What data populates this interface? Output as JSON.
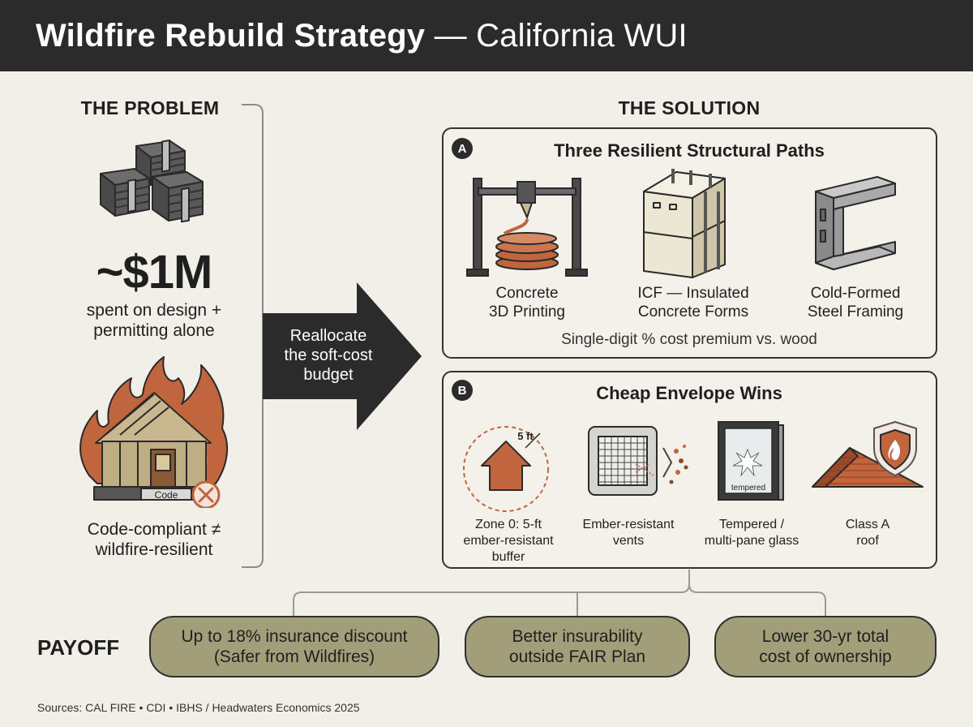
{
  "header": {
    "title_bold": "Wildfire Rebuild Strategy",
    "title_rest": " — California WUI"
  },
  "problem": {
    "title": "THE PROBLEM",
    "big_number": "~$1M",
    "big_caption_1": "spent on design +",
    "big_caption_2": "permitting alone",
    "code_tag": "Code",
    "caption_1": "Code-compliant ≠",
    "caption_2": "wildfire-resilient"
  },
  "arrow": {
    "line1": "Reallocate",
    "line2": "the soft-cost",
    "line3": "budget"
  },
  "solution": {
    "title": "THE SOLUTION",
    "panel_a": {
      "badge": "A",
      "title": "Three Resilient Structural Paths",
      "items": [
        {
          "line1": "Concrete",
          "line2": "3D Printing",
          "icon": "3d-printer-icon"
        },
        {
          "line1": "ICF — Insulated",
          "line2": "Concrete Forms",
          "icon": "icf-block-icon"
        },
        {
          "line1": "Cold-Formed",
          "line2": "Steel Framing",
          "icon": "steel-c-channel-icon"
        }
      ],
      "note": "Single-digit % cost premium vs. wood"
    },
    "panel_b": {
      "badge": "B",
      "title": "Cheap Envelope Wins",
      "zone_tag": "5 ft",
      "glass_tag": "tempered",
      "items": [
        {
          "line1": "Zone 0: 5-ft",
          "line2": "ember-resistant",
          "line3": "buffer",
          "icon": "house-buffer-icon"
        },
        {
          "line1": "Ember-resistant",
          "line2": "vents",
          "icon": "vent-screen-icon"
        },
        {
          "line1": "Tempered /",
          "line2": "multi-pane glass",
          "icon": "window-glass-icon"
        },
        {
          "line1": "Class A",
          "line2": "roof",
          "icon": "roof-shield-icon"
        }
      ]
    }
  },
  "payoff": {
    "label": "PAYOFF",
    "items": [
      {
        "line1": "Up to 18% insurance discount",
        "line2": "(Safer from Wildfires)"
      },
      {
        "line1": "Better insurability",
        "line2": "outside FAIR Plan"
      },
      {
        "line1": "Lower 30-yr total",
        "line2": "cost of ownership"
      }
    ]
  },
  "sources": "Sources: CAL FIRE • CDI • IBHS / Headwaters Economics 2025",
  "colors": {
    "header_bg": "#2b2b2b",
    "background": "#f1efe8",
    "pill": "#a29e79",
    "rust": "#b8623d",
    "dark": "#2b2b2b"
  }
}
